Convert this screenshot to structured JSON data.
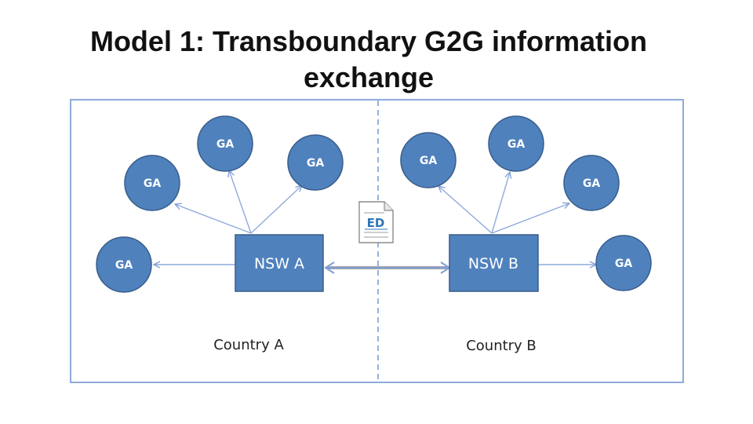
{
  "title": "Model 1: Transboundary G2G information exchange",
  "colors": {
    "node_fill": "#4f81bd",
    "node_stroke": "#385d8a",
    "arrow": "#8faadc",
    "frame": "#8faadc",
    "divider": "#95b3d7"
  },
  "diagram": {
    "hubs": {
      "a": "NSW A",
      "b": "NSW B"
    },
    "agencies_a": [
      "GA",
      "GA",
      "GA",
      "GA"
    ],
    "agencies_b": [
      "GA",
      "GA",
      "GA",
      "GA"
    ],
    "countries": {
      "a": "Country A",
      "b": "Country B"
    },
    "document_icon": "document-icon",
    "document_label": "ED"
  }
}
